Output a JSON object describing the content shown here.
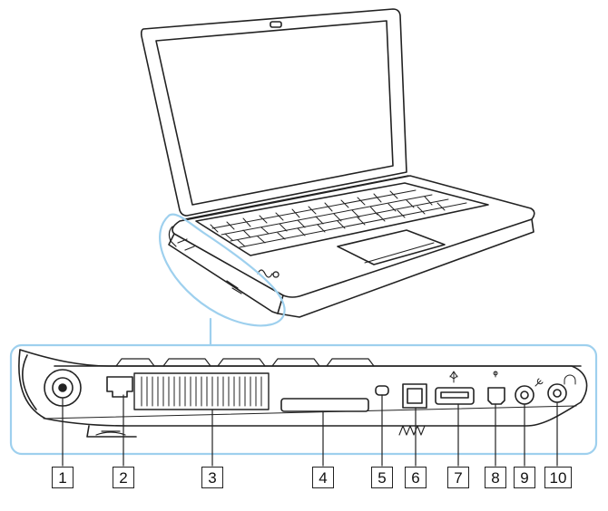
{
  "callouts": [
    {
      "number": "1",
      "port": "dc-in-port"
    },
    {
      "number": "2",
      "port": "modem-port"
    },
    {
      "number": "3",
      "port": "air-vent"
    },
    {
      "number": "4",
      "port": "expresscard-slot"
    },
    {
      "number": "5",
      "port": "security-slot"
    },
    {
      "number": "6",
      "port": "network-lan-port"
    },
    {
      "number": "7",
      "port": "usb-port"
    },
    {
      "number": "8",
      "port": "i-link-port"
    },
    {
      "number": "9",
      "port": "microphone-jack"
    },
    {
      "number": "10",
      "port": "headphones-jack"
    }
  ],
  "colors": {
    "outline": "#222222",
    "detail_frame": "#9ed0ee",
    "body_fill": "#ffffff",
    "screen_fill": "#ffffff"
  },
  "icons": {
    "usb": "usb-trident-icon",
    "i_link": "i-link-icon",
    "microphone": "microphone-icon",
    "headphones": "headphones-icon",
    "network": "network-icon",
    "modem": "modem-phone-icon"
  }
}
